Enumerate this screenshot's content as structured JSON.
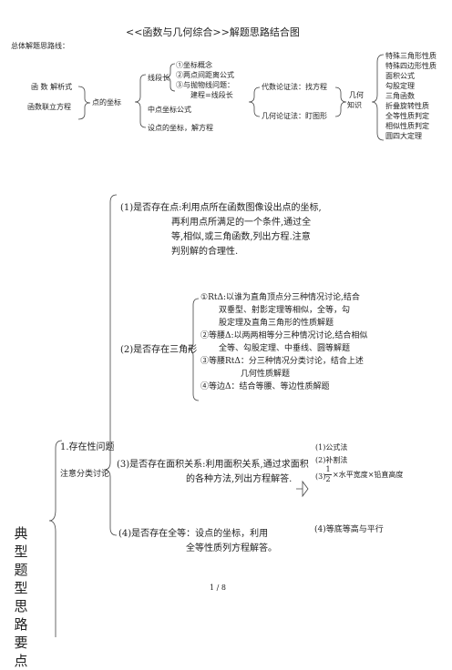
{
  "header": {
    "title": "<<函数与几何综合>>解题思路结合图",
    "subtitle": "总体解题思路线："
  },
  "mindmap": {
    "left": [
      "函 数 解析式",
      "函数联立方程"
    ],
    "point": "点的坐标",
    "seg_group": {
      "seg": "线段长",
      "sub": [
        "①坐标概念",
        "②两点间距离公式",
        "③与抛物线问题："
      ],
      "sub_tail": "建程=线段长",
      "mid": "中点坐标公式",
      "coord": "设点的坐标，解方程"
    },
    "methods": [
      "代数论证法：找方程",
      "几何论证法：盯图形"
    ],
    "knowledge": [
      "几何",
      "知识"
    ],
    "list": [
      "特殊三角形性质",
      "特殊四边形性质",
      "面积公式",
      "勾股定理",
      "三角函数",
      "折叠旋转性质",
      "全等性质判定",
      "相似性质判定",
      "圆四大定理"
    ]
  },
  "lower": {
    "existence": {
      "title": "1.存在性问题",
      "note": "注意分类讨论",
      "items": [
        [
          "(1)是否存在点:利用点所在函数图像设出点的坐标,",
          "再利用点所满足的一个条件,通过全",
          "等,相似,或三角函数,列出方程.注意",
          "判别解的合理性."
        ],
        [
          "(2)是否存在三角形"
        ],
        [
          "(3)是否存在面积关系:利用面积关系,通过求面积",
          "的各种方法,列出方程解答."
        ],
        [
          "(4)是否存在全等：设点的坐标，利用",
          "全等性质列方程解答。"
        ]
      ],
      "triangle_cases": [
        "①RtΔ:以谁为直角顶点分三种情况讨论,结合",
        "双垂型、射影定理等相似，全等，勾",
        "股定理及直角三角形的性质解题",
        "②等腰Δ:以两两相等分三种情况讨论,结合相似",
        "全等、勾股定理、中垂线、圆等解题",
        "③等腰RtΔ：分三种情况分类讨论，结合上述",
        "几何性质解题",
        "④等边Δ：结合等腰、等边性质解题"
      ],
      "area_methods": [
        "(1)公式法",
        "(2)补割法",
        "(3)"
      ],
      "area_frac": {
        "num": "1",
        "den": "2"
      },
      "area_tail": "×水平宽度×铅直高度",
      "equal_note": "(4)等底等高与平行"
    },
    "vertical_title": "典型题型思路要点",
    "page": "1 / 8"
  }
}
